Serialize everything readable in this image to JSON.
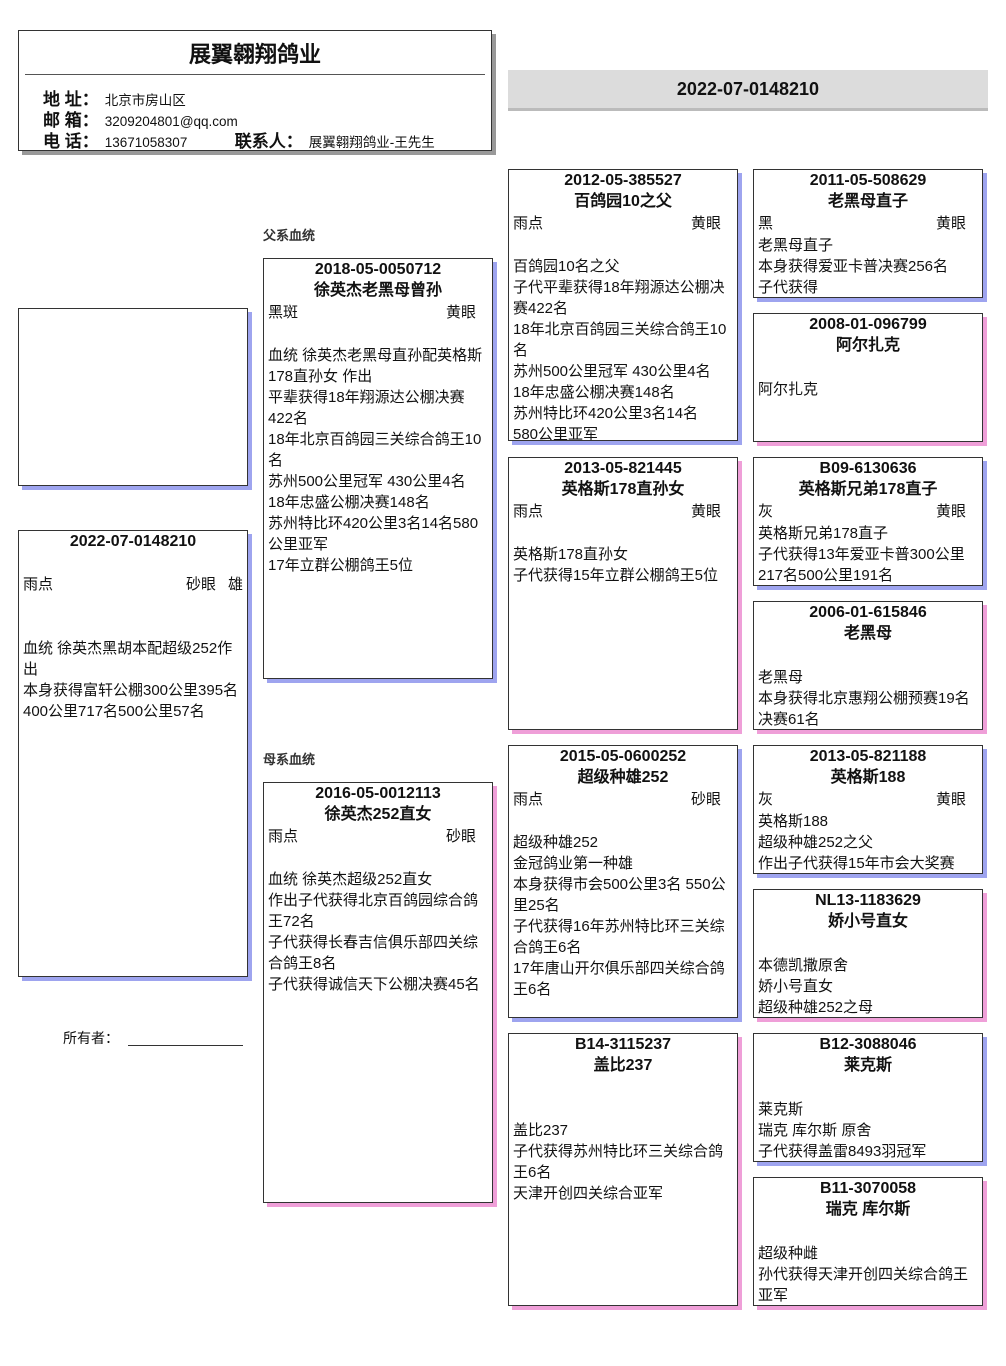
{
  "header": {
    "title": "展翼翱翔鸽业",
    "address_label": "地 址：",
    "address": "北京市房山区",
    "email_label": "邮 箱：",
    "email": "3209204801@qq.com",
    "phone_label": "电 话：",
    "phone": "13671058307",
    "contact_label": "联系人：",
    "contact": "展翼翱翔鸽业-王先生"
  },
  "banner": "2022-07-0148210",
  "labels": {
    "sire_line": "父系血统",
    "dam_line": "母系血统",
    "owner": "所有者："
  },
  "colors": {
    "male_shadow": "#9ea4ef",
    "female_shadow": "#ef9fd8"
  },
  "cards": [
    {
      "id": "subject",
      "sex_type": "m",
      "ring": "2022-07-0148210",
      "name": "",
      "color": "雨点",
      "eye": "砂眼",
      "sex": "雄",
      "gap": 2,
      "lines": [
        "血统 徐英杰黑胡本配超级252作出",
        "本身获得富轩公棚300公里395名400公里717名500公里57名"
      ]
    },
    {
      "id": "sire",
      "sex_type": "m",
      "ring": "2018-05-0050712",
      "name": "徐英杰老黑母曾孙",
      "color": "黑斑",
      "eye": "黄眼",
      "gap": 1,
      "lines": [
        "血统 徐英杰老黑母直孙配英格斯178直孙女 作出",
        "平辈获得18年翔源达公棚决赛422名",
        "18年北京百鸽园三关综合鸽王10名",
        "苏州500公里冠军 430公里4名",
        "18年忠盛公棚决赛148名",
        "苏州特比环420公里3名14名580公里亚军",
        "17年立群公棚鸽王5位"
      ]
    },
    {
      "id": "dam",
      "sex_type": "f",
      "ring": "2016-05-0012113",
      "name": "徐英杰252直女",
      "color": "雨点",
      "eye": "砂眼",
      "gap": 1,
      "lines": [
        "血统 徐英杰超级252直女",
        "作出子代获得北京百鸽园综合鸽王72名",
        "子代获得长春吉信俱乐部四关综合鸽王8名",
        "子代获得诚信天下公棚决赛45名"
      ]
    },
    {
      "id": "ss",
      "sex_type": "m",
      "ring": "2012-05-385527",
      "name": "百鸽园10之父",
      "color": "雨点",
      "eye": "黄眼",
      "gap": 1,
      "lines": [
        "百鸽园10名之父",
        "子代平辈获得18年翔源达公棚决赛422名",
        "18年北京百鸽园三关综合鸽王10名",
        "苏州500公里冠军 430公里4名",
        "18年忠盛公棚决赛148名",
        "苏州特比环420公里3名14名",
        "580公里亚军"
      ]
    },
    {
      "id": "sd",
      "sex_type": "f",
      "ring": "2013-05-821445",
      "name": "英格斯178直孙女",
      "color": "雨点",
      "eye": "黄眼",
      "gap": 1,
      "lines": [
        "英格斯178直孙女",
        "子代获得15年立群公棚鸽王5位"
      ]
    },
    {
      "id": "ds",
      "sex_type": "m",
      "ring": "2015-05-0600252",
      "name": "超级种雄252",
      "color": "雨点",
      "eye": "砂眼",
      "gap": 1,
      "lines": [
        "超级种雄252",
        "金冠鸽业第一种雄",
        "本身获得市会500公里3名 550公里25名",
        "子代获得16年苏州特比环三关综合鸽王6名",
        "17年唐山开尔俱乐部四关综合鸽王6名"
      ]
    },
    {
      "id": "dd",
      "sex_type": "f",
      "ring": "B14-3115237",
      "name": "盖比237",
      "color": "",
      "eye": "",
      "gap": 1,
      "lines": [
        "盖比237",
        "子代获得苏州特比环三关综合鸽王6名",
        "天津开创四关综合亚军"
      ]
    },
    {
      "id": "sss",
      "sex_type": "m",
      "ring": "2011-05-508629",
      "name": "老黑母直子",
      "color": "黑",
      "eye": "黄眼",
      "gap": 0,
      "lines": [
        "老黑母直子",
        "本身获得爱亚卡普决赛256名",
        "子代获得"
      ]
    },
    {
      "id": "ssd",
      "sex_type": "f",
      "ring": "2008-01-096799",
      "name": "阿尔扎克",
      "color": "",
      "eye": "",
      "gap": 0,
      "lines": [
        "阿尔扎克"
      ]
    },
    {
      "id": "sds",
      "sex_type": "m",
      "ring": "B09-6130636",
      "name": "英格斯兄弟178直子",
      "color": "灰",
      "eye": "黄眼",
      "gap": 0,
      "lines": [
        "英格斯兄弟178直子",
        "子代获得13年爱亚卡普300公里217名500公里191名"
      ]
    },
    {
      "id": "sdd",
      "sex_type": "f",
      "ring": "2006-01-615846",
      "name": "老黑母",
      "color": "",
      "eye": "",
      "gap": 0,
      "lines": [
        "老黑母",
        "本身获得北京惠翔公棚预赛19名 决赛61名"
      ]
    },
    {
      "id": "dss",
      "sex_type": "m",
      "ring": "2013-05-821188",
      "name": "英格斯188",
      "color": "灰",
      "eye": "黄眼",
      "gap": 0,
      "lines": [
        "英格斯188",
        "超级种雄252之父",
        "作出子代获得15年市会大奖赛"
      ]
    },
    {
      "id": "dsd",
      "sex_type": "f",
      "ring": "NL13-1183629",
      "name": "娇小号直女",
      "color": "",
      "eye": "",
      "gap": 0,
      "lines": [
        "本德凯撒原舍",
        "娇小号直女",
        "超级种雄252之母"
      ]
    },
    {
      "id": "dds",
      "sex_type": "m",
      "ring": "B12-3088046",
      "name": "莱克斯",
      "color": "",
      "eye": "",
      "gap": 0,
      "lines": [
        "莱克斯",
        "瑞克 库尔斯 原舍",
        "子代获得盖雷8493羽冠军"
      ]
    },
    {
      "id": "ddd",
      "sex_type": "f",
      "ring": "B11-3070058",
      "name": "瑞克 库尔斯",
      "color": "",
      "eye": "",
      "gap": 0,
      "lines": [
        "超级种雌",
        "孙代获得天津开创四关综合鸽王亚军"
      ]
    }
  ]
}
